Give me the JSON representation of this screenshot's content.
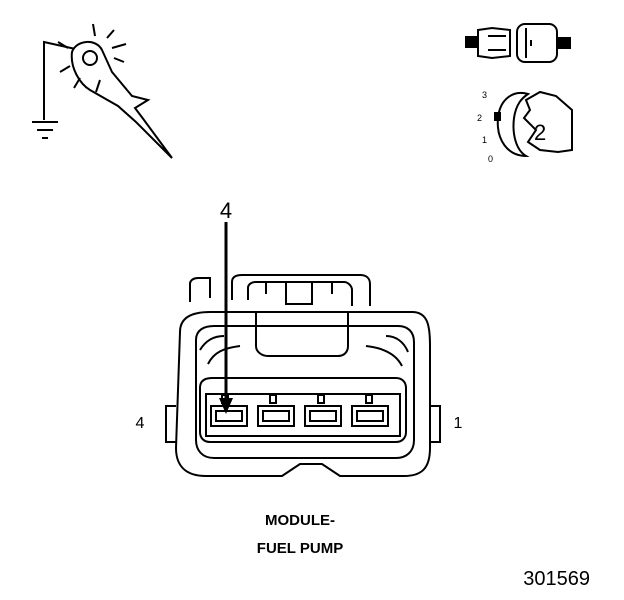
{
  "diagram": {
    "pointer_label": "4",
    "pin_left_label": "4",
    "pin_right_label": "1",
    "caption_line1": "MODULE-",
    "caption_line2": "FUEL PUMP",
    "figure_number": "301569"
  },
  "key_icon": {
    "positions": [
      "3",
      "2",
      "1",
      "0"
    ],
    "key_number": "2"
  },
  "icons": [
    "test-light-probe-icon",
    "ground-symbol-icon",
    "connector-disconnected-icon",
    "ignition-key-icon"
  ]
}
